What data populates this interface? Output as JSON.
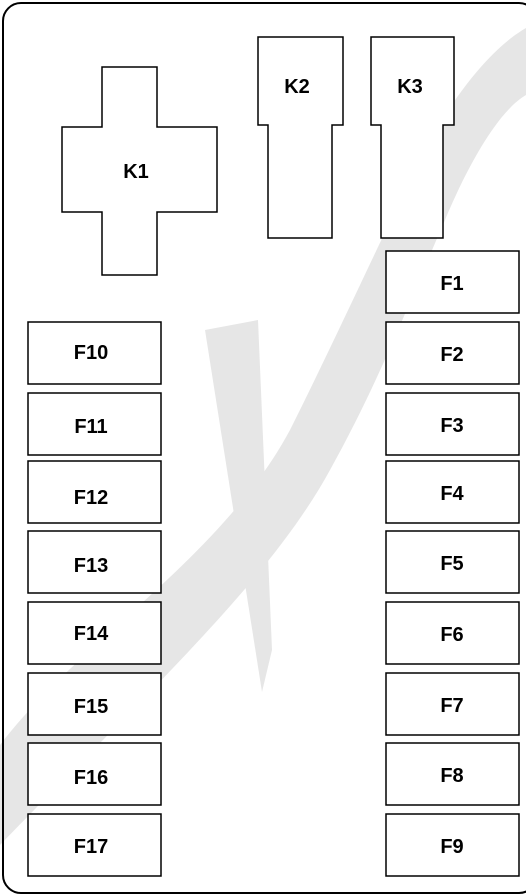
{
  "relays": [
    {
      "id": "k1",
      "label": "K1"
    },
    {
      "id": "k2",
      "label": "K2"
    },
    {
      "id": "k3",
      "label": "K3"
    }
  ],
  "fuses": [
    {
      "id": "f1",
      "label": "F1"
    },
    {
      "id": "f2",
      "label": "F2"
    },
    {
      "id": "f3",
      "label": "F3"
    },
    {
      "id": "f4",
      "label": "F4"
    },
    {
      "id": "f5",
      "label": "F5"
    },
    {
      "id": "f6",
      "label": "F6"
    },
    {
      "id": "f7",
      "label": "F7"
    },
    {
      "id": "f8",
      "label": "F8"
    },
    {
      "id": "f9",
      "label": "F9"
    },
    {
      "id": "f10",
      "label": "F10"
    },
    {
      "id": "f11",
      "label": "F11"
    },
    {
      "id": "f12",
      "label": "F12"
    },
    {
      "id": "f13",
      "label": "F13"
    },
    {
      "id": "f14",
      "label": "F14"
    },
    {
      "id": "f15",
      "label": "F15"
    },
    {
      "id": "f16",
      "label": "F16"
    },
    {
      "id": "f17",
      "label": "F17"
    }
  ],
  "colors": {
    "outline": "#000000",
    "background": "#ffffff",
    "watermark": "#e6e6e6"
  }
}
